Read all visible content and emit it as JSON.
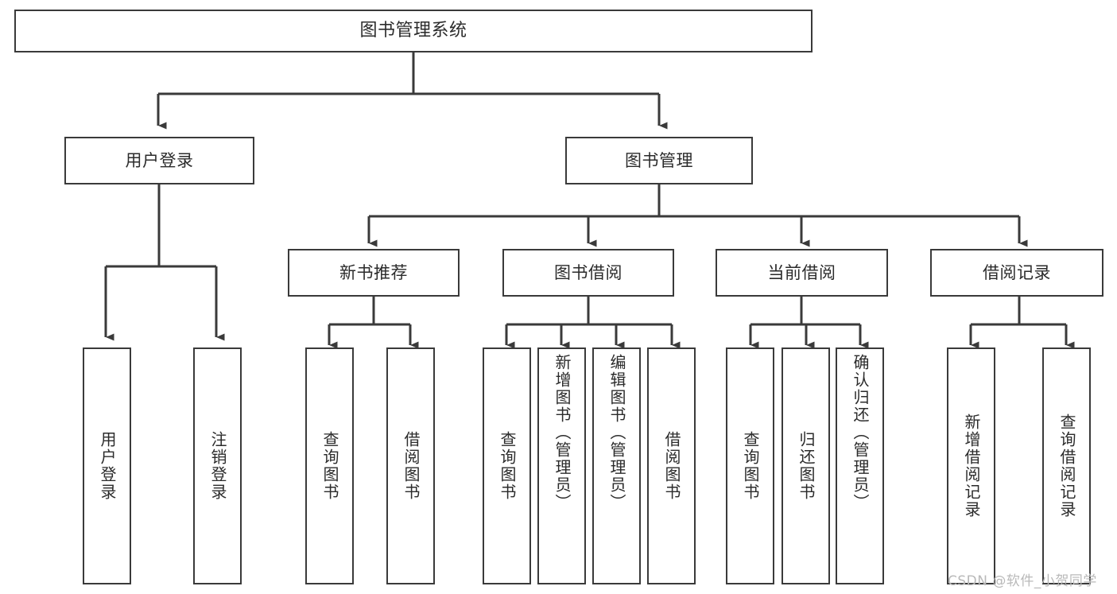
{
  "diagram": {
    "type": "tree",
    "title": "图书管理系统",
    "orientation": "top-down",
    "colors": {
      "box_border": "#3a3a3a",
      "box_fill": "#ffffff",
      "connector": "#3a3a3a",
      "text": "#2b2b2b",
      "watermark": "#b9b9b9",
      "background": "#ffffff"
    }
  },
  "root": {
    "label": "图书管理系统"
  },
  "level1": [
    {
      "id": "user-login",
      "label": "用户登录"
    },
    {
      "id": "book-management",
      "label": "图书管理"
    }
  ],
  "level2": [
    {
      "id": "new-book-recommend",
      "label": "新书推荐"
    },
    {
      "id": "book-borrow",
      "label": "图书借阅"
    },
    {
      "id": "current-borrow",
      "label": "当前借阅"
    },
    {
      "id": "borrow-record",
      "label": "借阅记录"
    }
  ],
  "leaves": {
    "user_login": [
      {
        "id": "leaf-user-login",
        "label": "用户登录"
      },
      {
        "id": "leaf-logout-login",
        "label": "注销登录"
      }
    ],
    "new_book_recommend": [
      {
        "id": "leaf-query-book-1",
        "label": "查询图书"
      },
      {
        "id": "leaf-borrow-book-1",
        "label": "借阅图书"
      }
    ],
    "book_borrow": [
      {
        "id": "leaf-query-book-2",
        "label": "查询图书"
      },
      {
        "id": "leaf-add-book",
        "label": "新增图书（管理员）"
      },
      {
        "id": "leaf-edit-book",
        "label": "编辑图书（管理员）"
      },
      {
        "id": "leaf-borrow-book-2",
        "label": "借阅图书"
      }
    ],
    "current_borrow": [
      {
        "id": "leaf-query-book-3",
        "label": "查询图书"
      },
      {
        "id": "leaf-return-book",
        "label": "归还图书"
      },
      {
        "id": "leaf-confirm-return",
        "label": "确认归还（管理员）"
      }
    ],
    "borrow_record": [
      {
        "id": "leaf-add-record",
        "label": "新增借阅记录"
      },
      {
        "id": "leaf-query-record",
        "label": "查询借阅记录"
      }
    ]
  },
  "watermark": {
    "text": "CSDN @软件_小贺同学"
  }
}
